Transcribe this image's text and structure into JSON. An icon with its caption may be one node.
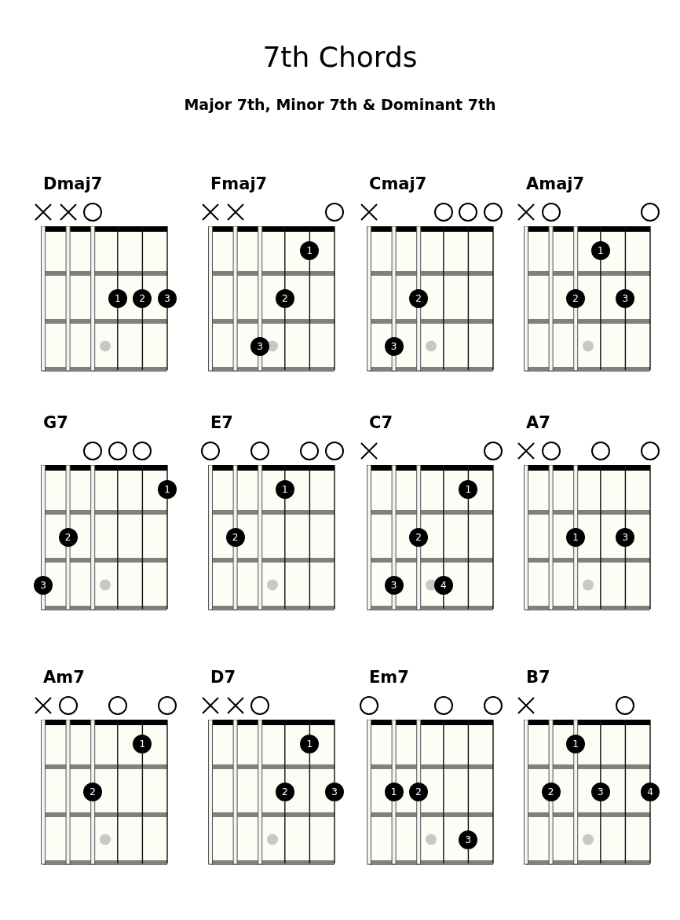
{
  "diagram": {
    "title": "7th Chords",
    "caption": "Major 7th, Minor 7th & Dominant 7th",
    "nodes": [
      {
        "text": [
          "Dmaj7"
        ]
      },
      {
        "text": [
          "1"
        ],
        "in": 0
      },
      {
        "text": [
          "2"
        ],
        "in": 0
      },
      {
        "text": [
          "3"
        ],
        "in": 0
      },
      {
        "text": [
          "Fmaj7"
        ]
      },
      {
        "text": [
          "1"
        ],
        "in": 4
      },
      {
        "text": [
          "2"
        ],
        "in": 4
      },
      {
        "text": [
          "3"
        ],
        "in": 4
      },
      {
        "text": [
          "Cmaj7"
        ]
      },
      {
        "text": [
          "2"
        ],
        "in": 8
      },
      {
        "text": [
          "3"
        ],
        "in": 8
      },
      {
        "text": [
          "Amaj7"
        ]
      },
      {
        "text": [
          "1"
        ],
        "in": 11
      },
      {
        "text": [
          "2"
        ],
        "in": 11
      },
      {
        "text": [
          "3"
        ],
        "in": 11
      },
      {
        "text": [
          "G7"
        ]
      },
      {
        "text": [
          "1"
        ],
        "in": 15
      },
      {
        "text": [
          "2"
        ],
        "in": 15
      },
      {
        "text": [
          "3"
        ],
        "in": 15
      },
      {
        "text": [
          "E7"
        ]
      },
      {
        "text": [
          "1"
        ],
        "in": 19
      },
      {
        "text": [
          "2"
        ],
        "in": 19
      },
      {
        "text": [
          "C7"
        ]
      },
      {
        "text": [
          "1"
        ],
        "in": 22
      },
      {
        "text": [
          "2"
        ],
        "in": 22
      },
      {
        "text": [
          "3"
        ],
        "in": 22
      },
      {
        "text": [
          "4"
        ],
        "in": 22
      },
      {
        "text": [
          "A7"
        ]
      },
      {
        "text": [
          "1"
        ],
        "in": 27
      },
      {
        "text": [
          "3"
        ],
        "in": 27
      },
      {
        "text": [
          "Am7"
        ]
      },
      {
        "text": [
          "1"
        ],
        "in": 30
      },
      {
        "text": [
          "2"
        ],
        "in": 30
      },
      {
        "text": [
          "D7"
        ]
      },
      {
        "text": [
          "1"
        ],
        "in": 33
      },
      {
        "text": [
          "2"
        ],
        "in": 33
      },
      {
        "text": [
          "3"
        ],
        "in": 33
      },
      {
        "text": [
          "Em7"
        ]
      },
      {
        "text": [
          "1"
        ],
        "in": 37
      },
      {
        "text": [
          "2"
        ],
        "in": 37
      },
      {
        "text": [
          "3"
        ],
        "in": 37
      },
      {
        "text": [
          "B7"
        ]
      },
      {
        "text": [
          "1"
        ],
        "in": 41
      },
      {
        "text": [
          "2"
        ],
        "in": 41
      },
      {
        "text": [
          "3"
        ],
        "in": 41
      },
      {
        "text": [
          "4"
        ],
        "in": 41
      }
    ],
    "edges": []
  }
}
